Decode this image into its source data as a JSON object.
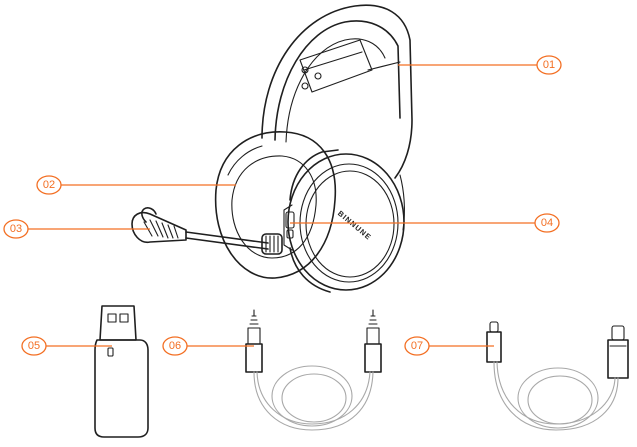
{
  "brand_text": "BINNUNE",
  "accent_color": "#f36f23",
  "callouts": [
    {
      "label": "01",
      "part": "headband"
    },
    {
      "label": "02",
      "part": "ear-cushion"
    },
    {
      "label": "03",
      "part": "microphone"
    },
    {
      "label": "04",
      "part": "ear-cup"
    },
    {
      "label": "05",
      "part": "usb-dongle"
    },
    {
      "label": "06",
      "part": "audio-cable"
    },
    {
      "label": "07",
      "part": "usb-c-cable"
    }
  ]
}
